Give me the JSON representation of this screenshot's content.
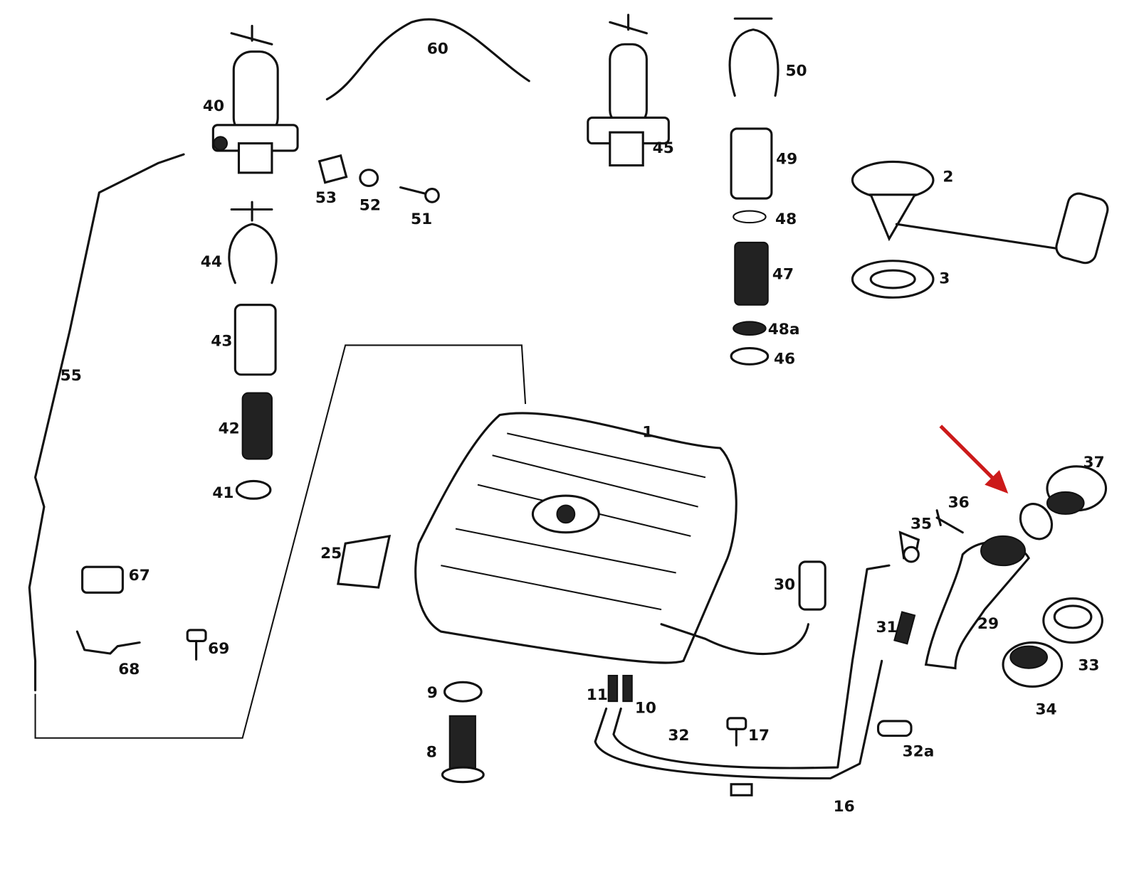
{
  "diagram": {
    "title": "Fuel tank and fuel filter exploded parts diagram",
    "labels": {
      "p1": "1",
      "p2": "2",
      "p3": "3",
      "p8": "8",
      "p9": "9",
      "p10": "10",
      "p11": "11",
      "p16": "16",
      "p17": "17",
      "p25": "25",
      "p29": "29",
      "p30": "30",
      "p31": "31",
      "p32": "32",
      "p32a": "32a",
      "p33": "33",
      "p34": "34",
      "p35": "35",
      "p36": "36",
      "p37": "37",
      "p40": "40",
      "p41": "41",
      "p42": "42",
      "p43": "43",
      "p44": "44",
      "p45": "45",
      "p46": "46",
      "p47": "47",
      "p48": "48",
      "p48a": "48a",
      "p49": "49",
      "p50": "50",
      "p51": "51",
      "p52": "52",
      "p53": "53",
      "p55": "55",
      "p60": "60",
      "p67": "67",
      "p68": "68",
      "p69": "69"
    },
    "highlight": {
      "target": "37",
      "arrow_color": "#cc1a1a"
    }
  }
}
